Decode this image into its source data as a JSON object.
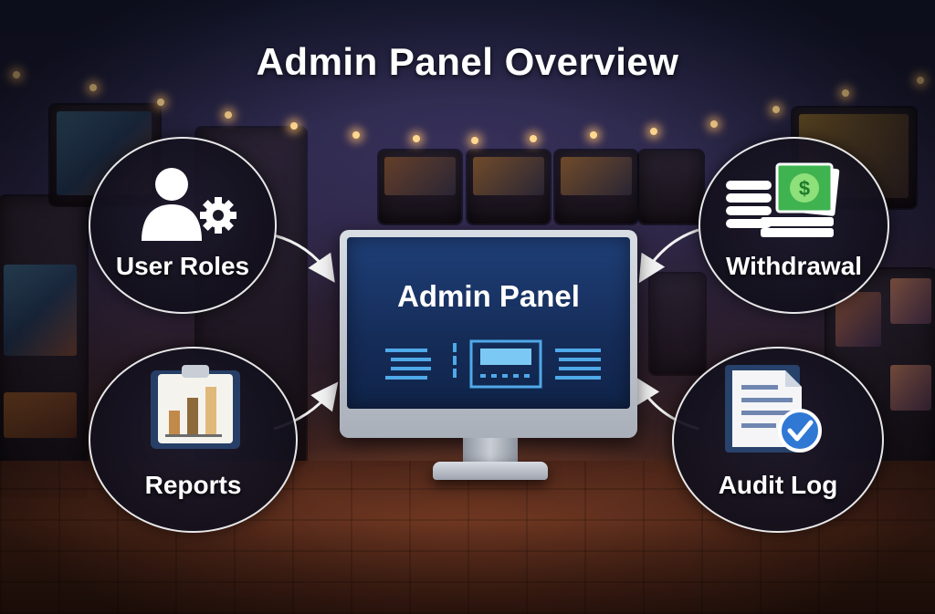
{
  "title": "Admin Panel Overview",
  "center": {
    "label": "Admin Panel"
  },
  "nodes": {
    "user_roles": {
      "label": "User Roles",
      "icon": "user-gear-icon"
    },
    "withdrawal": {
      "label": "Withdrawal",
      "icon": "cash-stack-icon"
    },
    "reports": {
      "label": "Reports",
      "icon": "bar-chart-clipboard-icon"
    },
    "audit_log": {
      "label": "Audit Log",
      "icon": "document-check-icon"
    }
  },
  "colors": {
    "accent_blue": "#1f3f78",
    "node_border": "#ffffff",
    "money_green": "#3fb34f",
    "check_blue": "#2f78d4"
  }
}
